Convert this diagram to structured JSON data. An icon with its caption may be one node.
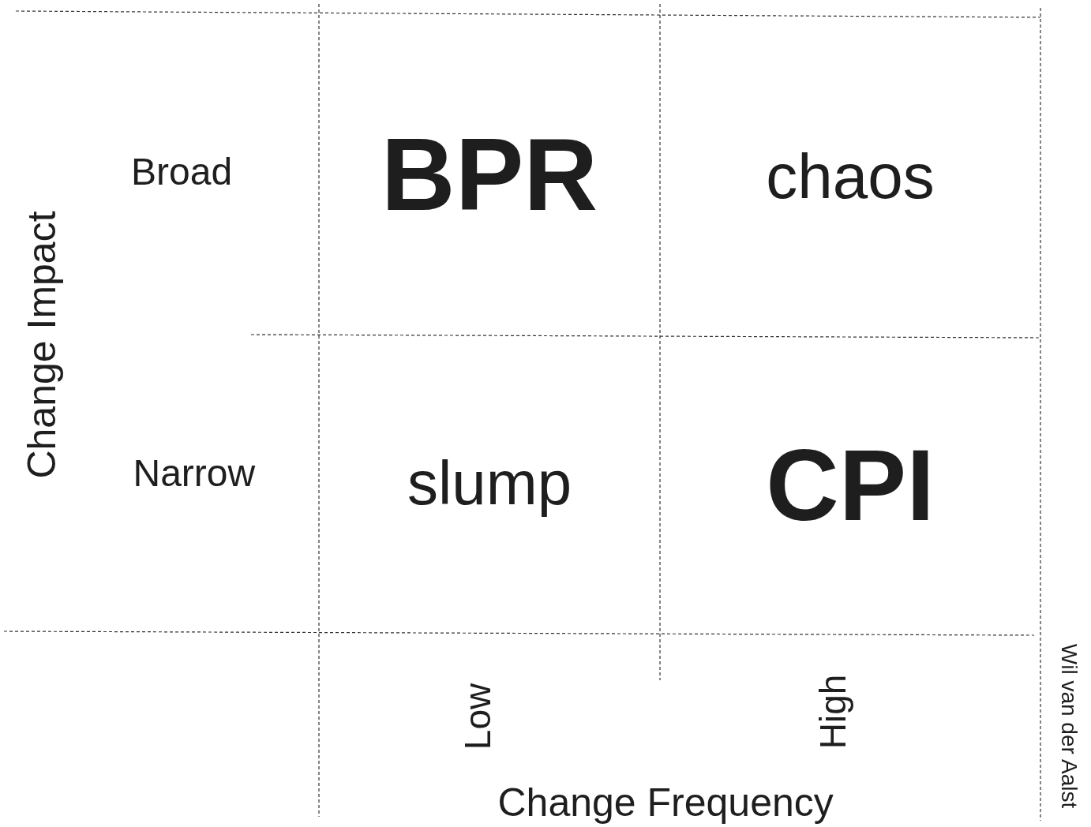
{
  "diagram": {
    "nodes": [
      {
        "text": [
          "BPR"
        ]
      },
      {
        "text": [
          "chaos"
        ]
      },
      {
        "text": [
          "slump"
        ]
      },
      {
        "text": [
          "CPI"
        ]
      }
    ],
    "labels": [
      "Broad",
      "Change Impact",
      "Narrow",
      "Low",
      "High",
      "Change Frequency",
      "Wil van der Aalst"
    ]
  }
}
